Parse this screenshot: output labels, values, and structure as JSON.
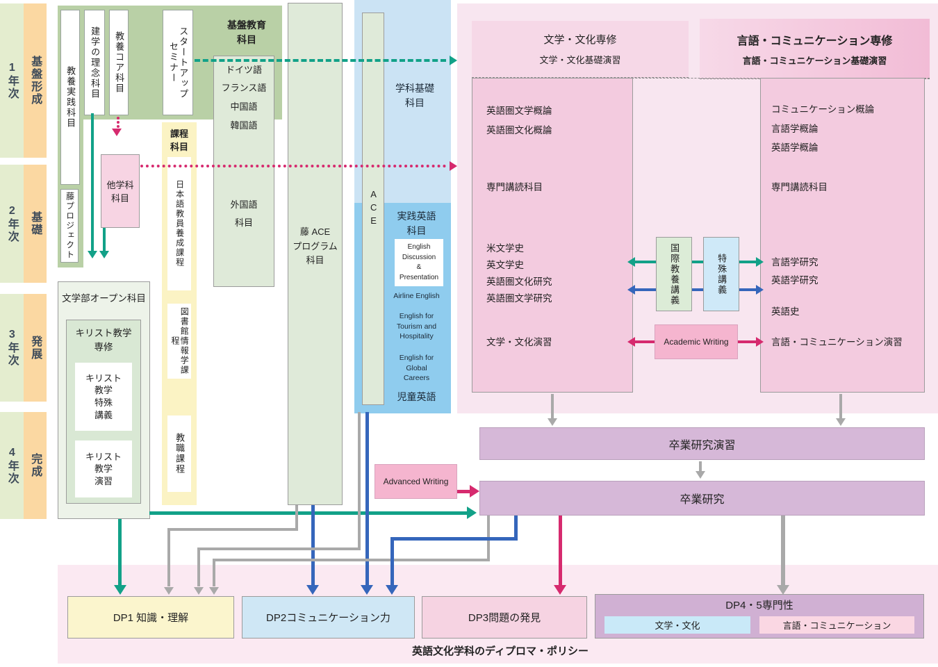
{
  "colors": {
    "teal": "#12a188",
    "blue": "#3566bb",
    "pink": "#d62a6e",
    "gray": "#a9a9a9"
  },
  "sidebar": {
    "years": [
      {
        "year": "1年次",
        "stage": "基盤形成"
      },
      {
        "year": "2年次",
        "stage": "基礎"
      },
      {
        "year": "3年次",
        "stage": "発展"
      },
      {
        "year": "4年次",
        "stage": "完成"
      }
    ]
  },
  "foundation": {
    "title": "基盤教育\n科目",
    "col_practice": "教養実践科目",
    "col_principle": "建学の理念科目",
    "col_core": "教養コア科目",
    "col_startup": "スタートアップ\nセミナー",
    "fuji_project": "藤プロジェクト",
    "other_dept": "他学科\n科目",
    "languages": "ドイツ語\nフランス語\n中国語\n韓国語",
    "foreign": "外国語\n科目"
  },
  "katei": {
    "title": "課程\n科目",
    "nihongo": "日本語教員養成課程",
    "toshokan": "図書館情報学課程",
    "kyoshoku": "教職課程"
  },
  "open": {
    "title": "文学部オープン科目",
    "christ_title": "キリスト教学\n専修",
    "christ_lecture": "キリスト\n教学\n特殊\n講義",
    "christ_seminar": "キリスト\n教学\n演習"
  },
  "fuji_ace": {
    "label": "藤 ACE\nプログラム\n科目"
  },
  "ace_label": "ACE",
  "dept_basic": "学科基礎\n科目",
  "practical": {
    "title": "実践英語\n科目",
    "edp": "English\nDiscussion\n&\nPresentation",
    "airline": "Airline English",
    "tourism": "English for\nTourism and\nHospitality",
    "careers": "English for\nGlobal\nCareers",
    "kids": "児童英語"
  },
  "literature": {
    "title": "文学・文化専修",
    "subtitle": "文学・文化基礎演習",
    "items": [
      "英語圏文学概論",
      "英語圏文化概論",
      "専門講読科目",
      "米文学史",
      "英文学史",
      "英語圏文化研究",
      "英語圏文学研究",
      "文学・文化演習"
    ]
  },
  "language": {
    "title": "言語・コミュニケーション専修",
    "subtitle": "言語・コミュニケーション基礎演習",
    "items": [
      "コミュニケーション概論",
      "言語学概論",
      "英語学概論",
      "専門講読科目",
      "言語学研究",
      "英語学研究",
      "英語史",
      "言語・コミュニケーション演習"
    ]
  },
  "bridge": {
    "kokusai": "国際教養講義",
    "tokushu": "特殊講義",
    "academic": "Academic Writing",
    "advanced": "Advanced Writing"
  },
  "grad": {
    "seminar": "卒業研究演習",
    "thesis": "卒業研究"
  },
  "dp": {
    "dp1": "DP1 知識・理解",
    "dp2": "DP2コミュニケーション力",
    "dp3": "DP3問題の発見",
    "dp45": "DP4・5専門性",
    "dp45_lit": "文学・文化",
    "dp45_lang": "言語・コミュニケーション",
    "caption": "英語文化学科のディプロマ・ポリシー"
  }
}
